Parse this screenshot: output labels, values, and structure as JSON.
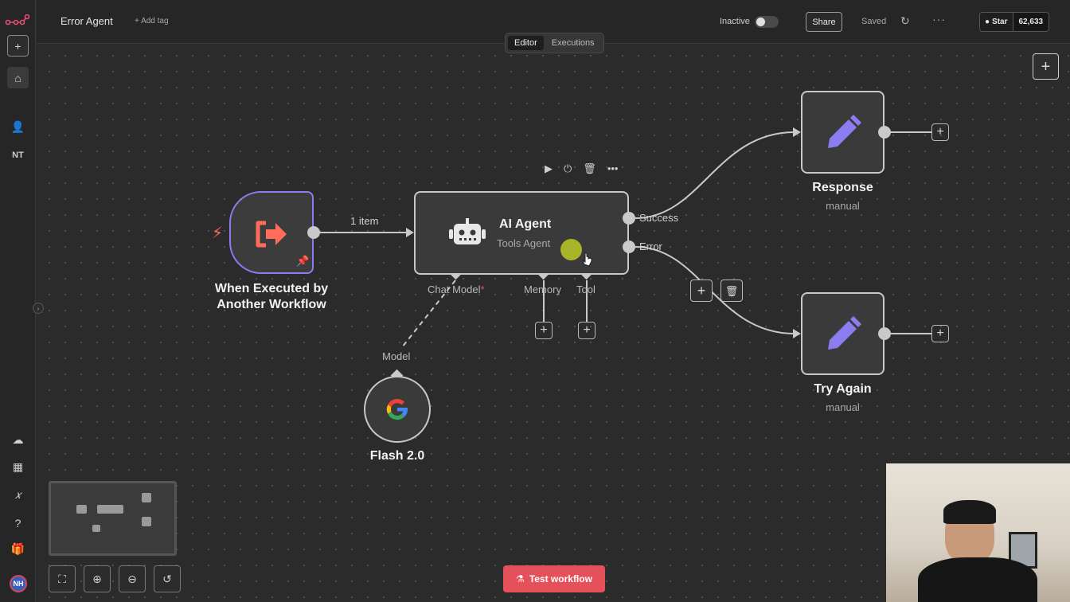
{
  "app": {
    "workflow_title": "Error Agent",
    "add_tag": "+ Add tag",
    "nav_initials": "NT",
    "user_initials": "NH"
  },
  "header": {
    "status_label": "Inactive",
    "share_label": "Share",
    "saved_label": "Saved",
    "github_star_label": "Star",
    "github_star_count": "62,633"
  },
  "tabs": [
    {
      "label": "Editor",
      "active": true
    },
    {
      "label": "Executions",
      "active": false
    }
  ],
  "nodes": {
    "trigger": {
      "title": "When Executed by Another Workflow"
    },
    "agent": {
      "title": "AI Agent",
      "subtitle": "Tools Agent",
      "outputs": [
        "Success",
        "Error"
      ],
      "inputs": [
        "Chat Model",
        "Memory",
        "Tool"
      ],
      "required_mark": "*"
    },
    "response": {
      "title": "Response",
      "subtitle": "manual"
    },
    "try_again": {
      "title": "Try Again",
      "subtitle": "manual"
    },
    "model": {
      "title": "Flash 2.0",
      "connector_label": "Model"
    }
  },
  "edges": {
    "trigger_to_agent_label": "1 item"
  },
  "test_button": {
    "label": "Test workflow"
  },
  "colors": {
    "accent": "#e5515a",
    "trigger_border": "#8b7cf0",
    "pencil": "#8b7cf0",
    "trigger_icon": "#ff6d5a"
  }
}
